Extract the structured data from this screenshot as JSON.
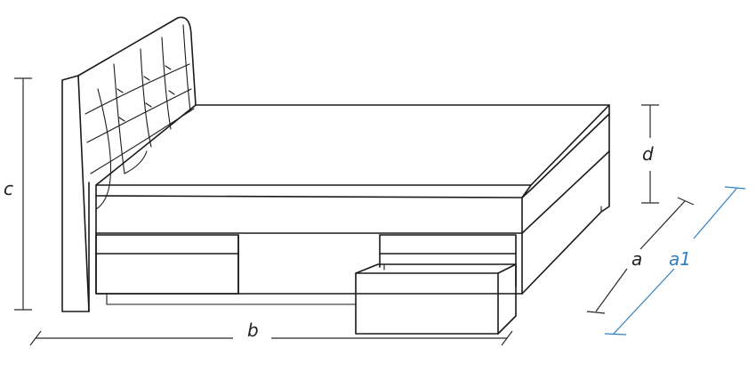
{
  "labels": {
    "a": "a",
    "a1": "a1",
    "b": "b",
    "c": "c",
    "d": "d"
  },
  "colors": {
    "line": "#1a1a1a",
    "accent": "#2f7fc1",
    "background": "#ffffff"
  }
}
